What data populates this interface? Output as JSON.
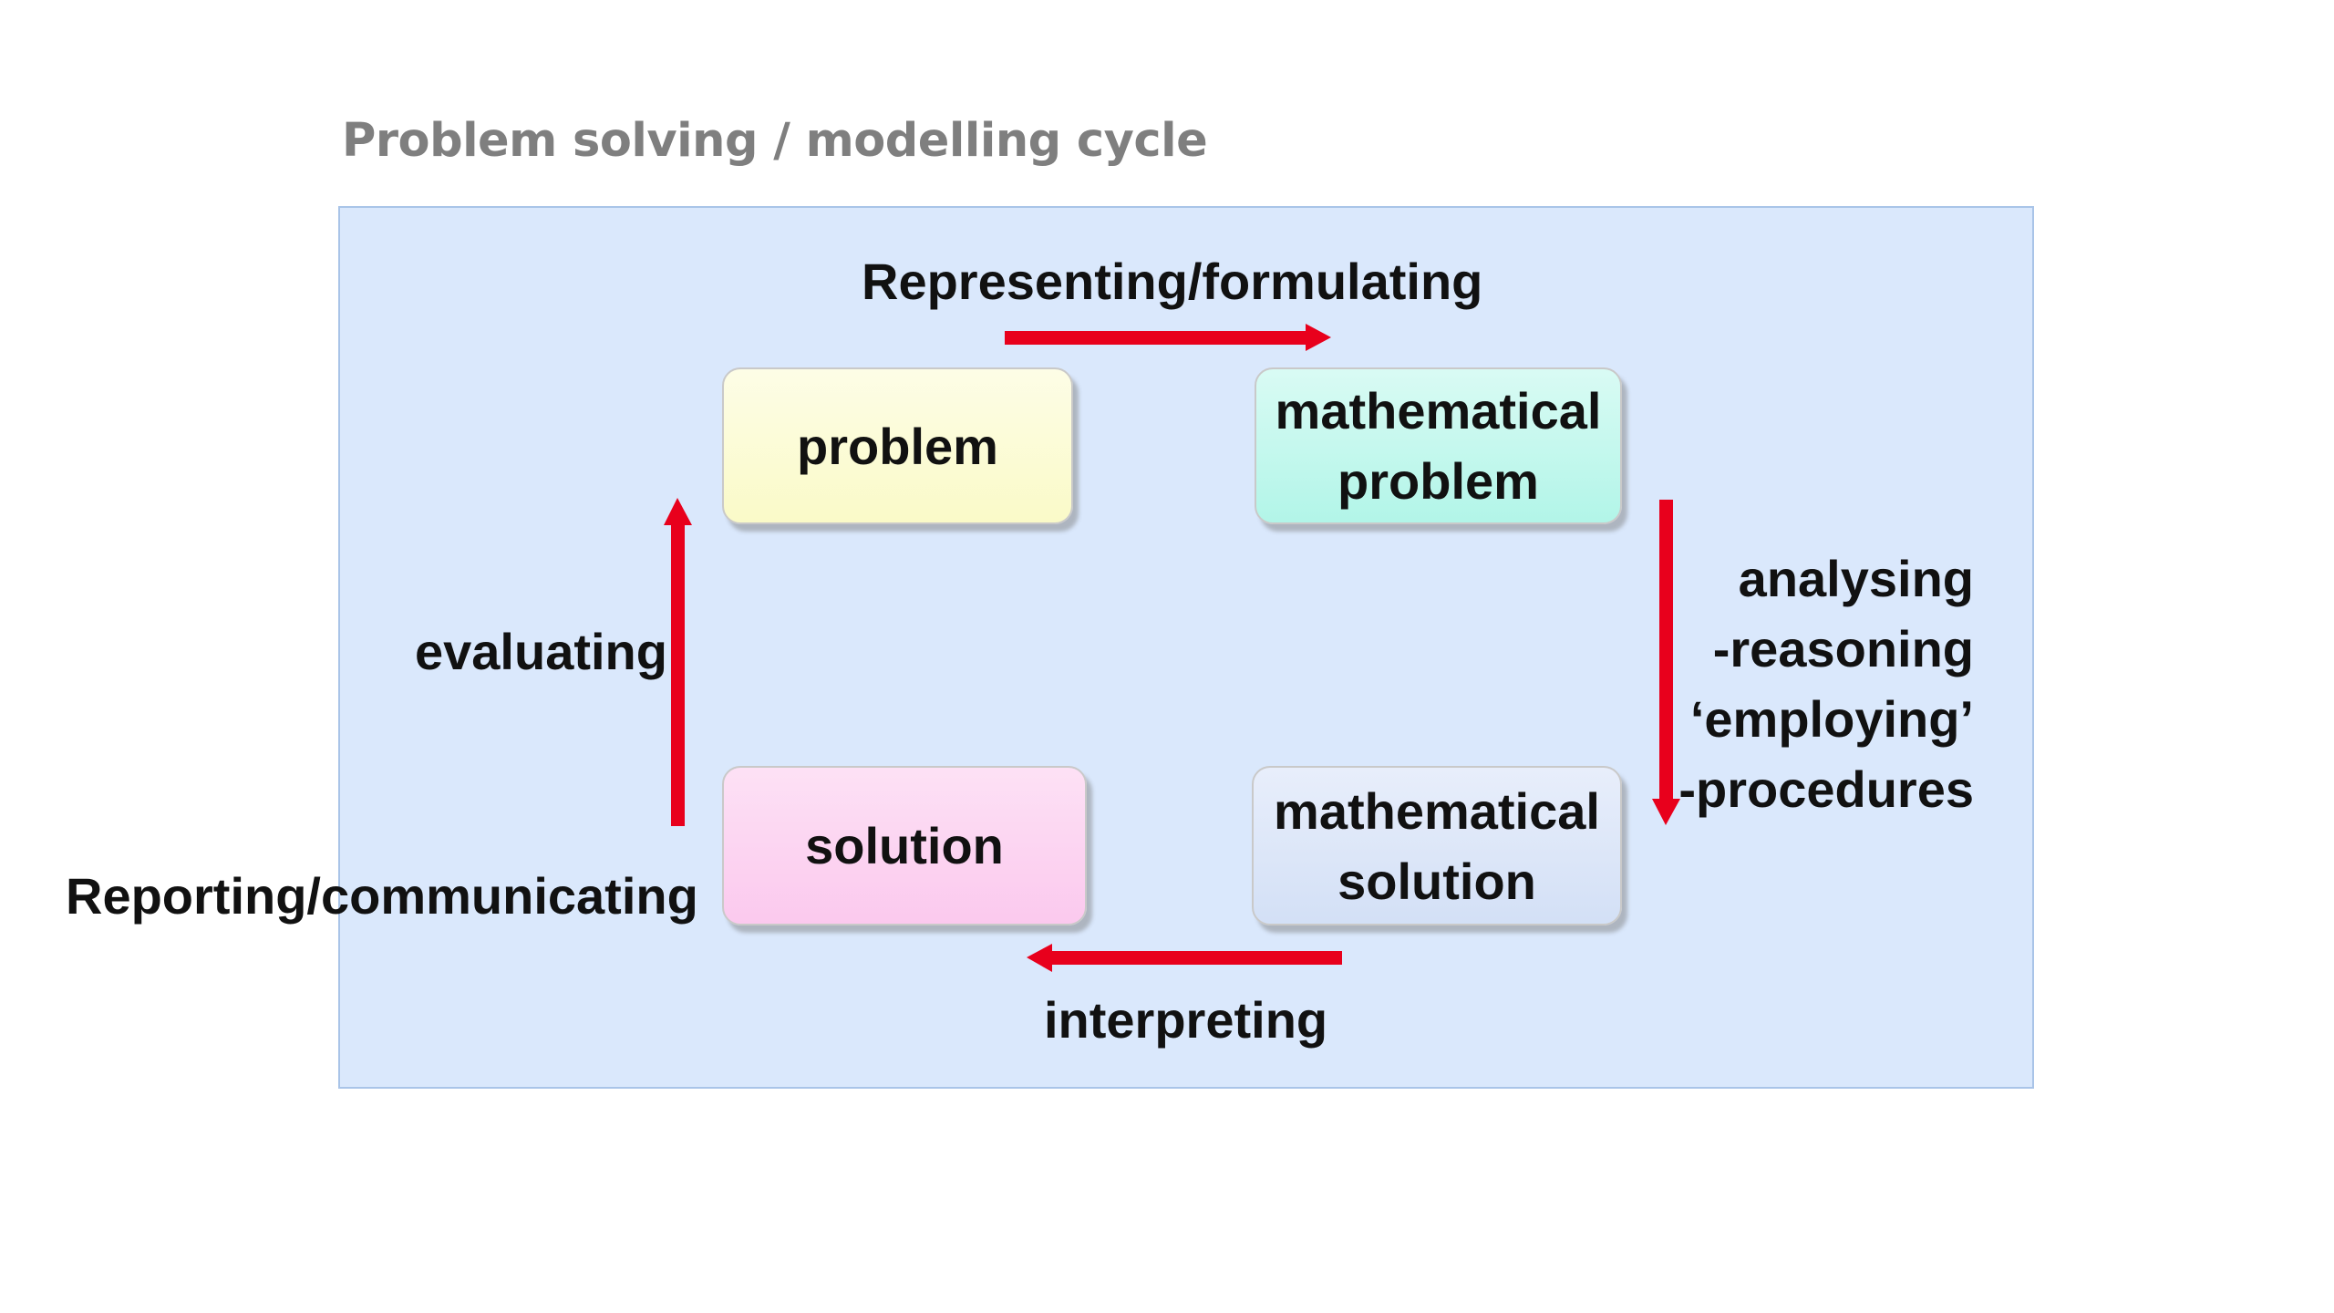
{
  "title": "Problem solving / modelling cycle",
  "nodes": {
    "problem": [
      "problem"
    ],
    "math_problem": [
      "mathematical",
      "problem"
    ],
    "solution": [
      "solution"
    ],
    "math_solution": [
      "mathematical",
      "solution"
    ]
  },
  "labels": {
    "representing": "Representing/formulating",
    "evaluating": "evaluating",
    "analysing": [
      "analysing",
      "-reasoning",
      "‘employing’",
      "-procedures"
    ],
    "reporting": "Reporting/communicating",
    "interpreting": "interpreting"
  },
  "colors": {
    "panel": "#dae8fc",
    "arrow": "#e8001c",
    "problem": "#fafac8",
    "math_problem": "#b2f5e8",
    "solution": "#fbc9ee",
    "math_solution": "#d3e0f6"
  }
}
